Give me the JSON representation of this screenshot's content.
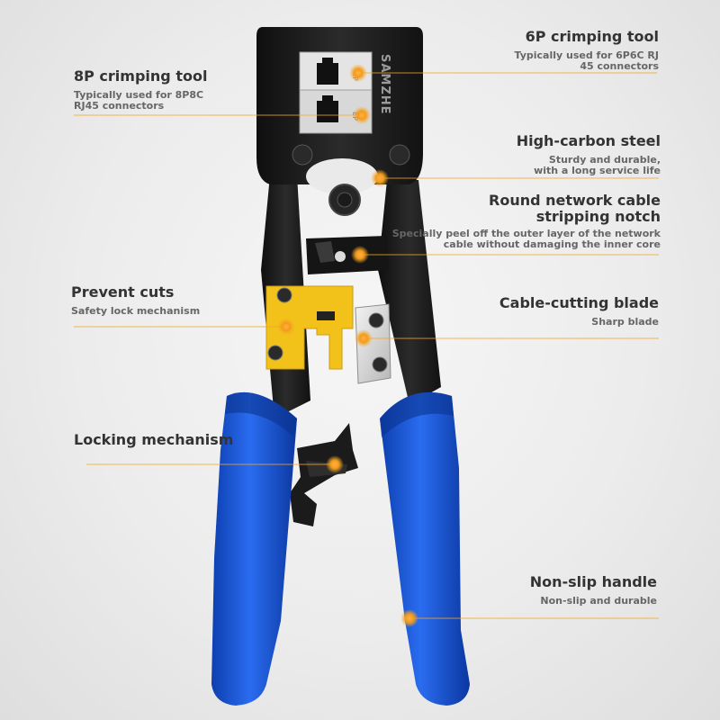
{
  "brand": "SAMZHE",
  "die_marks": {
    "top": "6P",
    "bottom": "8P"
  },
  "callouts": {
    "p6": {
      "title": "6P crimping tool",
      "desc": "Typically used for 6P6C RJ\n45 connectors"
    },
    "p8": {
      "title": "8P crimping tool",
      "desc": "Typically used for 8P8C\nRJ45 connectors"
    },
    "steel": {
      "title": "High-carbon steel",
      "desc": "Sturdy and durable,\nwith a long service life"
    },
    "strip": {
      "title": "Round network cable\nstripping notch",
      "desc": "Specially peel off the outer layer of the network\ncable without damaging the inner core"
    },
    "cuts": {
      "title": "Prevent cuts",
      "desc": "Safety lock mechanism"
    },
    "blade": {
      "title": "Cable-cutting blade",
      "desc": "Sharp blade"
    },
    "lock": {
      "title": "Locking mechanism",
      "desc": ""
    },
    "handle": {
      "title": "Non-slip handle",
      "desc": "Non-slip and durable"
    }
  },
  "colors": {
    "accent": "#f5a623",
    "handle": "#1a5be0",
    "steel": "#1f1f1f",
    "lock": "#f2c21b",
    "label": "#333333"
  }
}
